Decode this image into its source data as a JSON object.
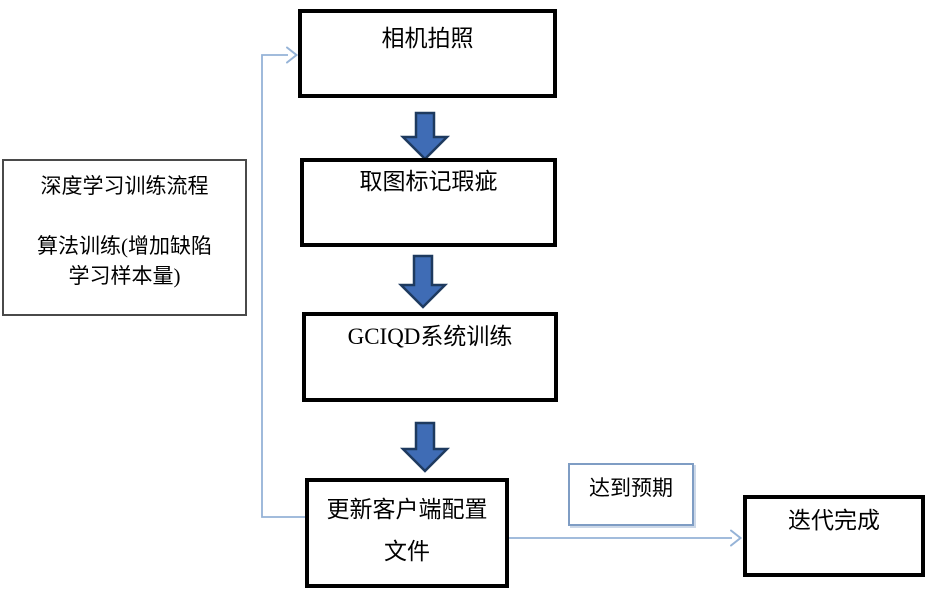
{
  "canvas": {
    "bg": "#ffffff"
  },
  "colors": {
    "canvas_bg": "#ffffff",
    "text": "#000000",
    "node_border": "#000000",
    "side_border": "#4a4a4a",
    "expect_border": "#7f9dc4",
    "connector": "#95b3d7",
    "arrow_fill": "#3f6cb5",
    "arrow_stroke": "#1e3a5f"
  },
  "nodes": {
    "camera": "相机拍照",
    "mark": "取图标记瑕疵",
    "train": "GCIQD系统训练",
    "update": "更新客户端配置\n文件",
    "side": "深度学习训练流程\n\n算法训练(增加缺陷\n学习样本量)",
    "expect": "达到预期",
    "done": "迭代完成"
  }
}
